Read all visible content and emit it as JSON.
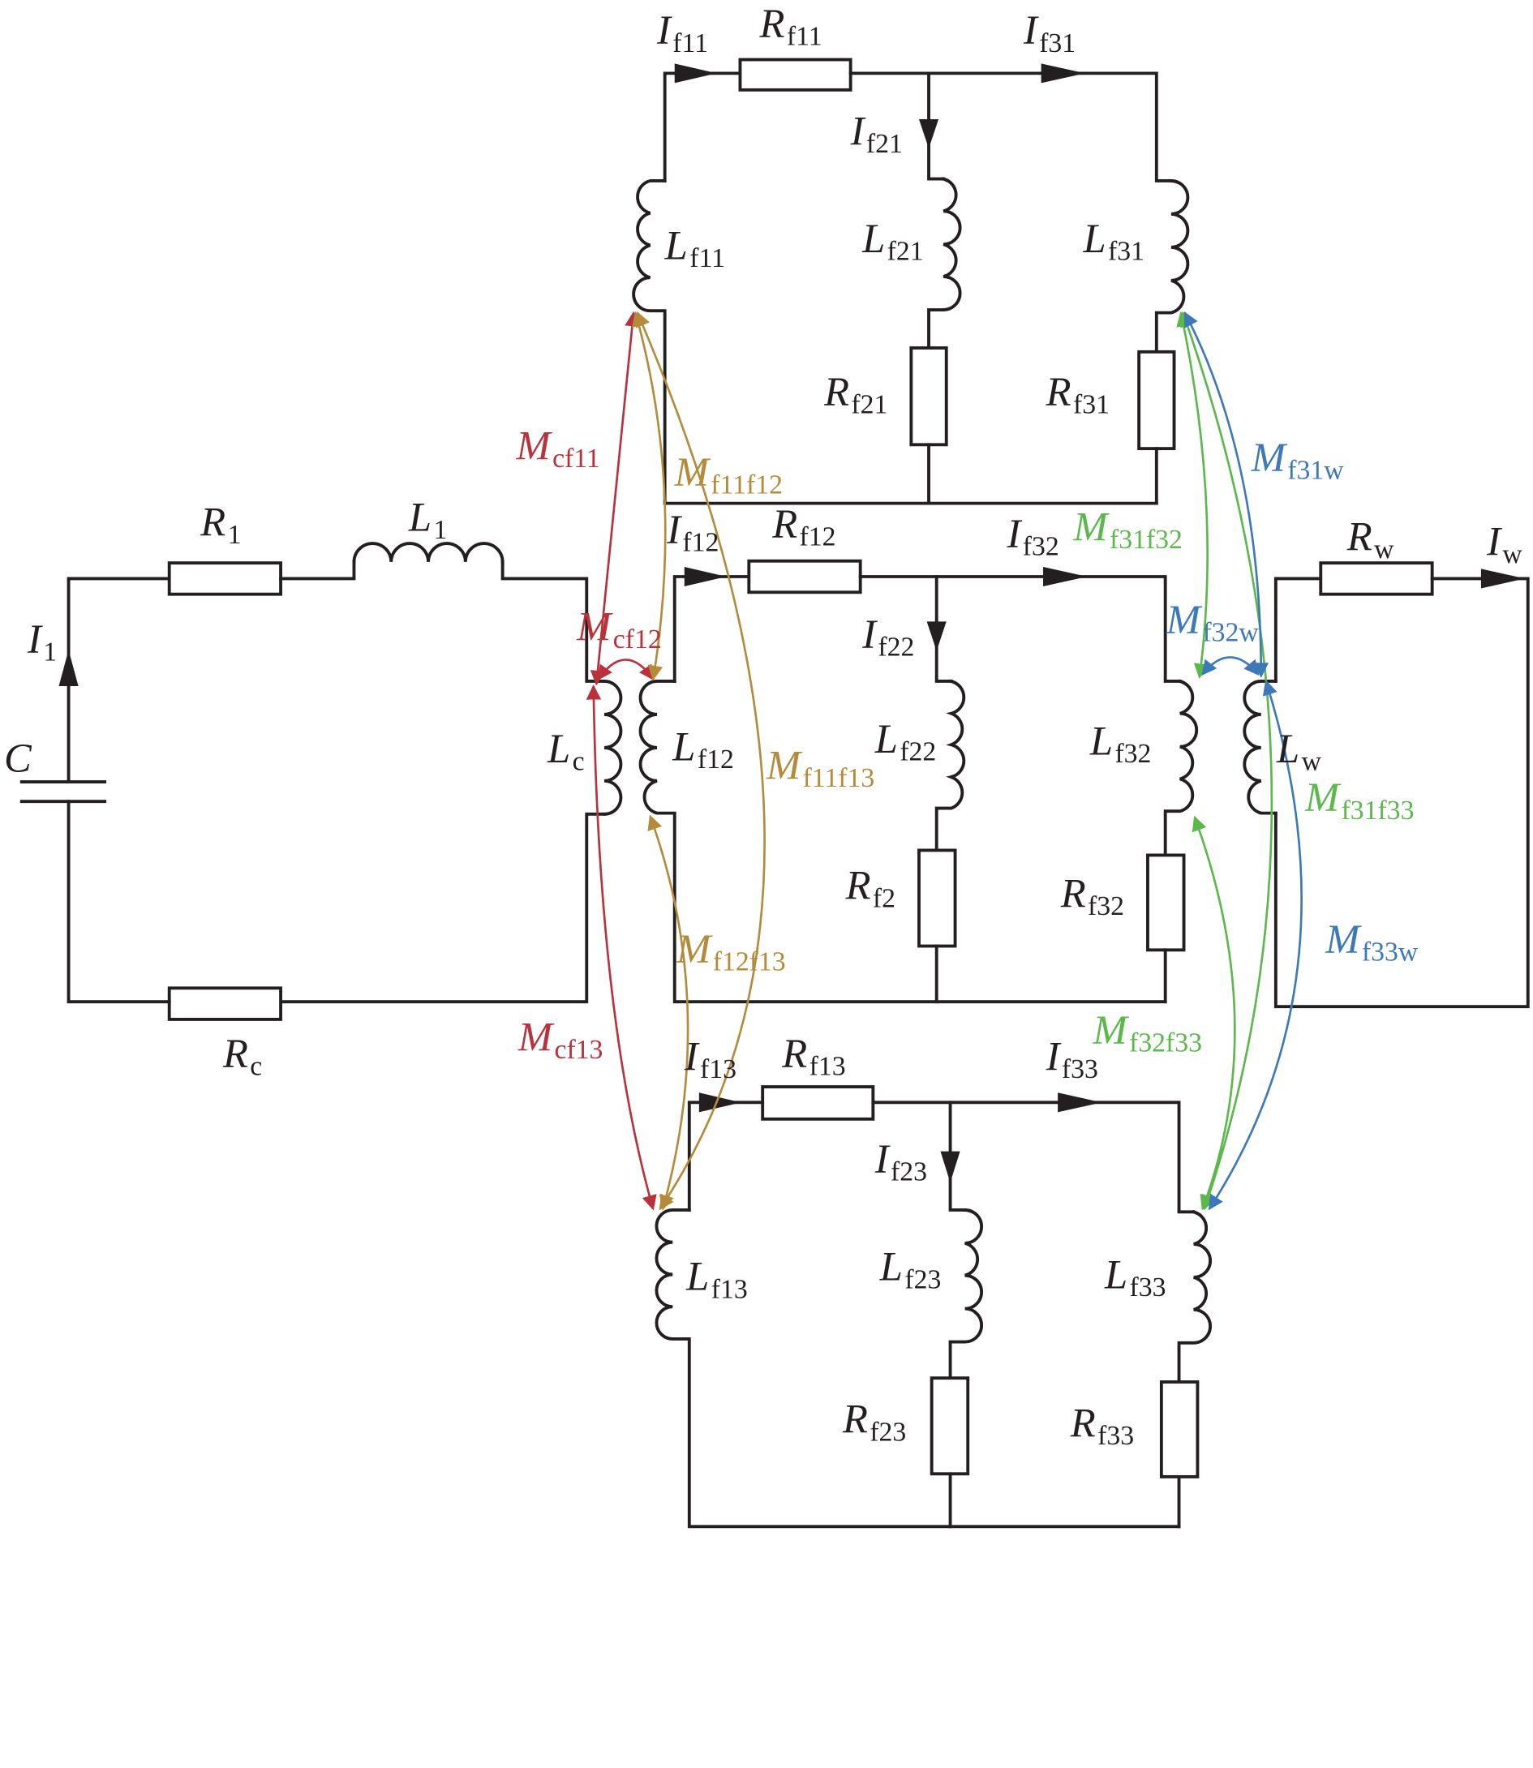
{
  "title": "Equivalent circuit with mutual inductance coupling",
  "colors": {
    "wire": "#231f20",
    "coupling_c": "#b8313b",
    "coupling_f1": "#b38b3b",
    "coupling_f3": "#5bb84b",
    "coupling_w": "#3d78b8"
  },
  "labels": {
    "C": {
      "main": "C",
      "sub": ""
    },
    "I1": {
      "main": "I",
      "sub": "1"
    },
    "R1": {
      "main": "R",
      "sub": "1"
    },
    "L1": {
      "main": "L",
      "sub": "1"
    },
    "Lc": {
      "main": "L",
      "sub": "c"
    },
    "Rc": {
      "main": "R",
      "sub": "c"
    },
    "If11": {
      "main": "I",
      "sub": "f11"
    },
    "Rf11": {
      "main": "R",
      "sub": "f11"
    },
    "If31": {
      "main": "I",
      "sub": "f31"
    },
    "If21": {
      "main": "I",
      "sub": "f21"
    },
    "Lf11": {
      "main": "L",
      "sub": "f11"
    },
    "Lf21": {
      "main": "L",
      "sub": "f21"
    },
    "Lf31": {
      "main": "L",
      "sub": "f31"
    },
    "Rf21": {
      "main": "R",
      "sub": "f21"
    },
    "Rf31": {
      "main": "R",
      "sub": "f31"
    },
    "If12": {
      "main": "I",
      "sub": "f12"
    },
    "Rf12": {
      "main": "R",
      "sub": "f12"
    },
    "If32": {
      "main": "I",
      "sub": "f32"
    },
    "If22": {
      "main": "I",
      "sub": "f22"
    },
    "Lf12": {
      "main": "L",
      "sub": "f12"
    },
    "Lf22": {
      "main": "L",
      "sub": "f22"
    },
    "Lf32": {
      "main": "L",
      "sub": "f32"
    },
    "Rf2": {
      "main": "R",
      "sub": "f2"
    },
    "Rf32": {
      "main": "R",
      "sub": "f32"
    },
    "If13": {
      "main": "I",
      "sub": "f13"
    },
    "Rf13": {
      "main": "R",
      "sub": "f13"
    },
    "If33": {
      "main": "I",
      "sub": "f33"
    },
    "If23": {
      "main": "I",
      "sub": "f23"
    },
    "Lf13": {
      "main": "L",
      "sub": "f13"
    },
    "Lf23": {
      "main": "L",
      "sub": "f23"
    },
    "Lf33": {
      "main": "L",
      "sub": "f33"
    },
    "Rf23": {
      "main": "R",
      "sub": "f23"
    },
    "Rf33": {
      "main": "R",
      "sub": "f33"
    },
    "Rw": {
      "main": "R",
      "sub": "w"
    },
    "Iw": {
      "main": "I",
      "sub": "w"
    },
    "Lw": {
      "main": "L",
      "sub": "w"
    }
  },
  "mutuals": {
    "Mcf11": {
      "main": "M",
      "sub": "cf11"
    },
    "Mcf12": {
      "main": "M",
      "sub": "cf12"
    },
    "Mcf13": {
      "main": "M",
      "sub": "cf13"
    },
    "Mf11f12": {
      "main": "M",
      "sub": "f11f12"
    },
    "Mf11f13": {
      "main": "M",
      "sub": "f11f13"
    },
    "Mf12f13": {
      "main": "M",
      "sub": "f12f13"
    },
    "Mf31f32": {
      "main": "M",
      "sub": "f31f32"
    },
    "Mf31f33": {
      "main": "M",
      "sub": "f31f33"
    },
    "Mf32f33": {
      "main": "M",
      "sub": "f32f33"
    },
    "Mf31w": {
      "main": "M",
      "sub": "f31w"
    },
    "Mf32w": {
      "main": "M",
      "sub": "f32w"
    },
    "Mf33w": {
      "main": "M",
      "sub": "f33w"
    }
  }
}
